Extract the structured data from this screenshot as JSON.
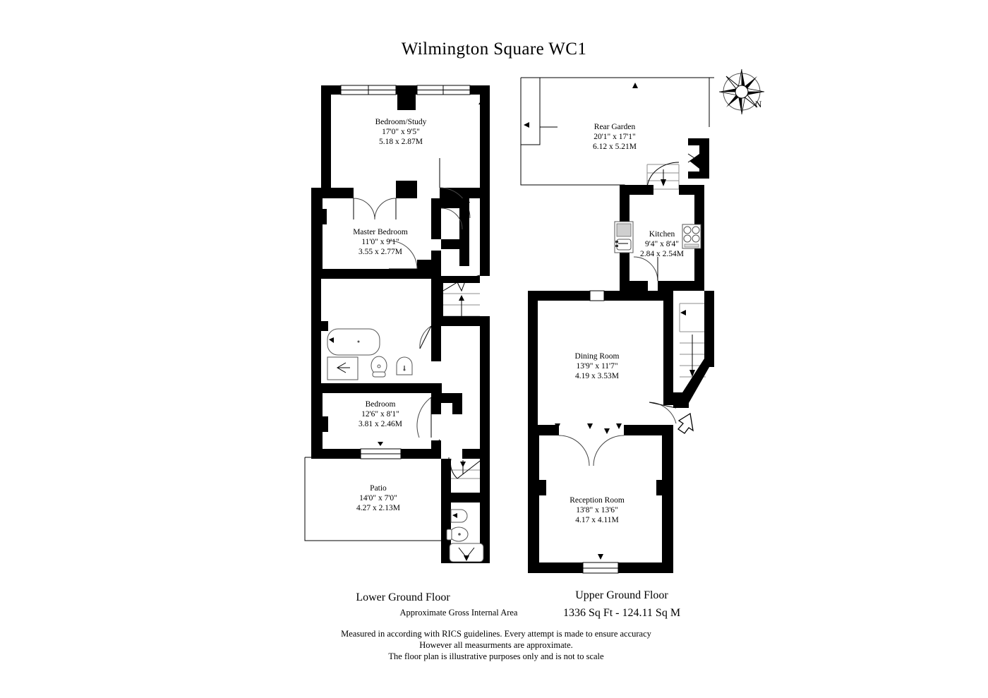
{
  "document": {
    "title": "Wilmington Square WC1",
    "type": "floor-plan"
  },
  "compass": {
    "label": "N",
    "icon": "compass-rose-icon"
  },
  "floors": [
    {
      "id": "lower-ground",
      "label": "Lower Ground Floor",
      "rooms": [
        {
          "name": "Bedroom/Study",
          "imperial": "17'0\" x 9'5\"",
          "metric": "5.18 x 2.87M"
        },
        {
          "name": "Master Bedroom",
          "imperial": "11'0\" x 9'1\"",
          "metric": "3.55 x 2.77M"
        },
        {
          "name": "Bedroom",
          "imperial": "12'6\" x 8'1\"",
          "metric": "3.81 x 2.46M"
        },
        {
          "name": "Patio",
          "imperial": "14'0\" x 7'0\"",
          "metric": "4.27 x 2.13M"
        }
      ]
    },
    {
      "id": "upper-ground",
      "label": "Upper Ground Floor",
      "rooms": [
        {
          "name": "Rear Garden",
          "imperial": "20'1\" x 17'1\"",
          "metric": "6.12 x 5.21M"
        },
        {
          "name": "Kitchen",
          "imperial": "9'4\" x 8'4\"",
          "metric": "2.84 x 2.54M"
        },
        {
          "name": "Dining Room",
          "imperial": "13'9\" x 11'7\"",
          "metric": "4.19 x 3.53M"
        },
        {
          "name": "Reception Room",
          "imperial": "13'8\" x 13'6\"",
          "metric": "4.17 x 4.11M"
        }
      ]
    }
  ],
  "area": {
    "caption": "Approximate Gross Internal Area",
    "value": "1336 Sq Ft - 124.11 Sq M"
  },
  "disclaimer": {
    "line1": "Measured in according with RICS guidelines. Every attempt is made to ensure accuracy",
    "line2": "However all measurments are approximate.",
    "line3": "The floor plan is illustrative purposes only and is not to scale"
  },
  "colors": {
    "wall": "#000000",
    "background": "#ffffff",
    "fixture_outline": "#555555",
    "grid": "#8c8c8c"
  }
}
